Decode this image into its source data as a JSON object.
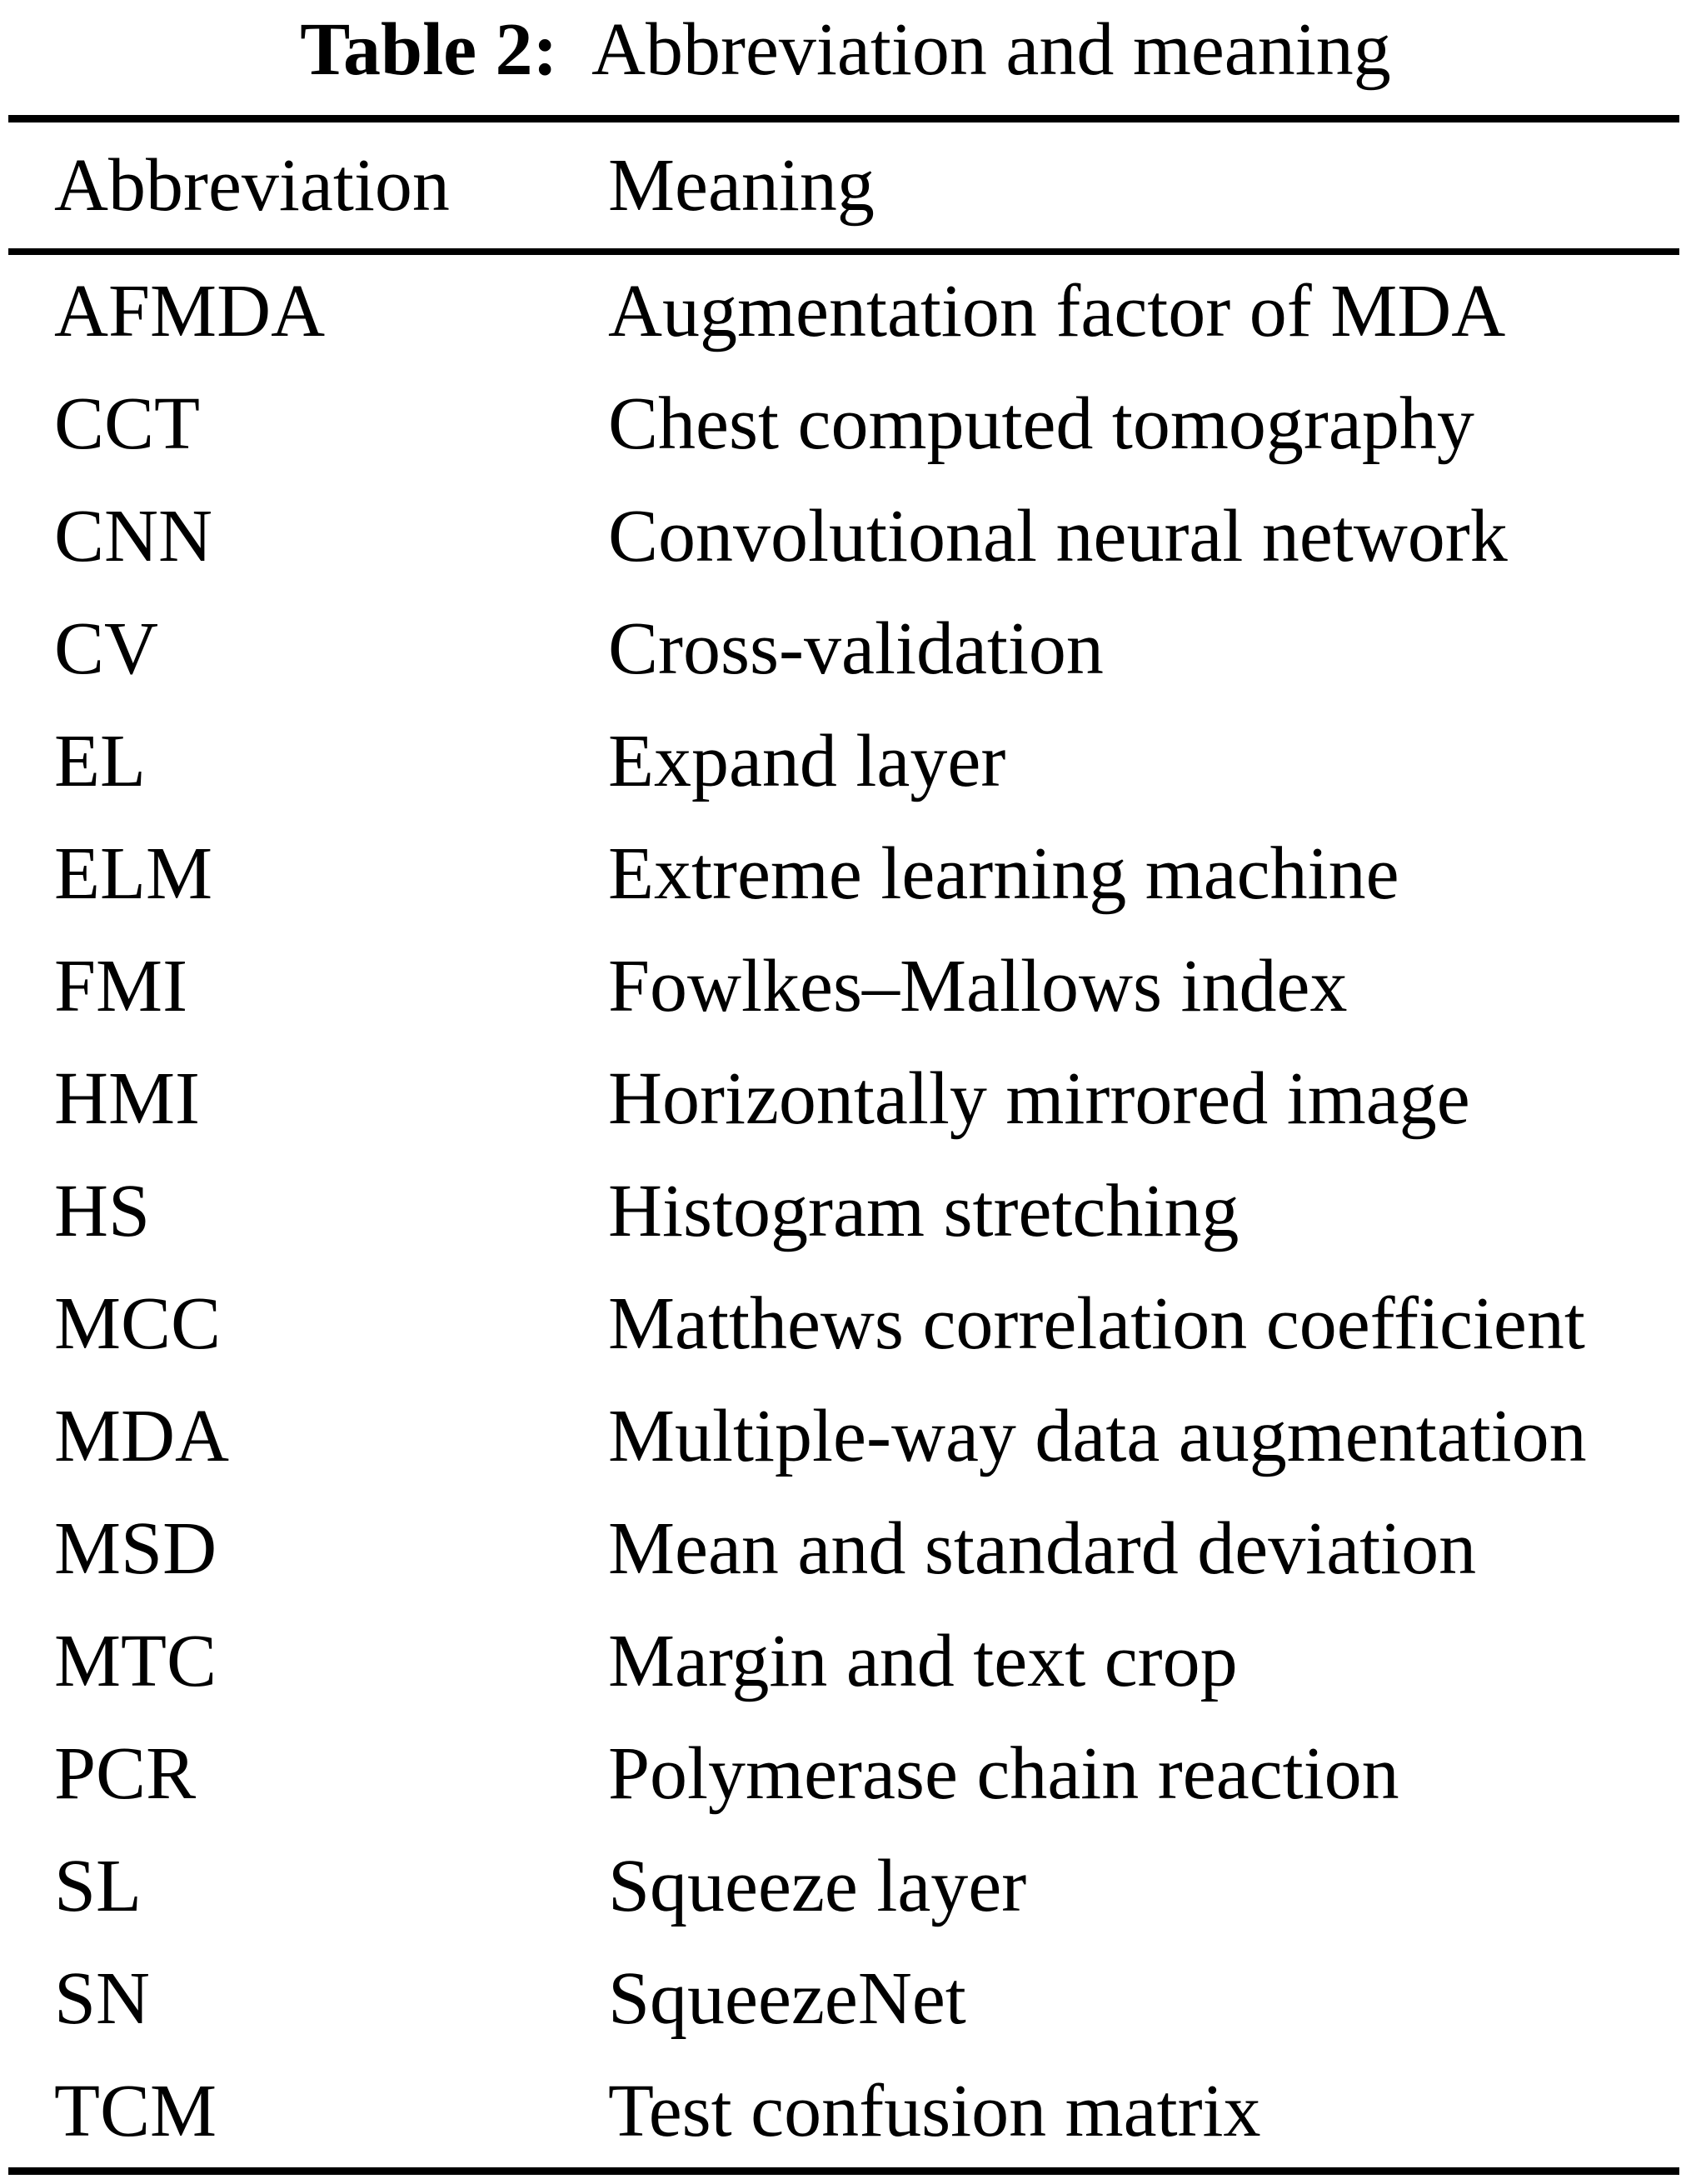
{
  "caption": {
    "label": "Table 2:",
    "text": "Abbreviation and meaning"
  },
  "columns": [
    "Abbreviation",
    "Meaning"
  ],
  "rows": [
    {
      "abbr": "AFMDA",
      "meaning": "Augmentation factor of MDA"
    },
    {
      "abbr": "CCT",
      "meaning": "Chest computed tomography"
    },
    {
      "abbr": "CNN",
      "meaning": "Convolutional neural network"
    },
    {
      "abbr": "CV",
      "meaning": "Cross-validation"
    },
    {
      "abbr": "EL",
      "meaning": "Expand layer"
    },
    {
      "abbr": "ELM",
      "meaning": "Extreme learning machine"
    },
    {
      "abbr": "FMI",
      "meaning": "Fowlkes–Mallows index"
    },
    {
      "abbr": "HMI",
      "meaning": "Horizontally mirrored image"
    },
    {
      "abbr": "HS",
      "meaning": "Histogram stretching"
    },
    {
      "abbr": "MCC",
      "meaning": "Matthews correlation coefficient"
    },
    {
      "abbr": "MDA",
      "meaning": "Multiple-way data augmentation"
    },
    {
      "abbr": "MSD",
      "meaning": "Mean and standard deviation"
    },
    {
      "abbr": "MTC",
      "meaning": "Margin and text crop"
    },
    {
      "abbr": "PCR",
      "meaning": "Polymerase chain reaction"
    },
    {
      "abbr": "SL",
      "meaning": "Squeeze layer"
    },
    {
      "abbr": "SN",
      "meaning": "SqueezeNet"
    },
    {
      "abbr": "TCM",
      "meaning": "Test confusion matrix"
    }
  ],
  "colors": {
    "background": "#ffffff",
    "text": "#000000",
    "rule": "#000000"
  }
}
